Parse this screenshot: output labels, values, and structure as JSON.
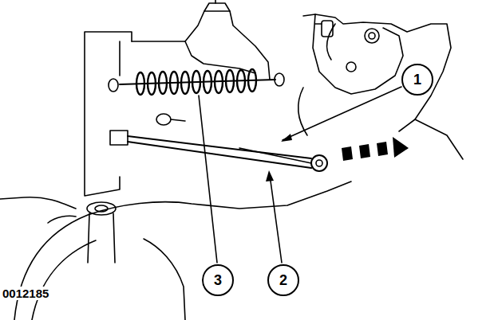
{
  "diagram": {
    "nodes": [
      {
        "text": [
          "1"
        ]
      },
      {
        "text": [
          "3"
        ]
      },
      {
        "text": [
          "2"
        ]
      }
    ],
    "labels": [
      "0012185"
    ]
  }
}
